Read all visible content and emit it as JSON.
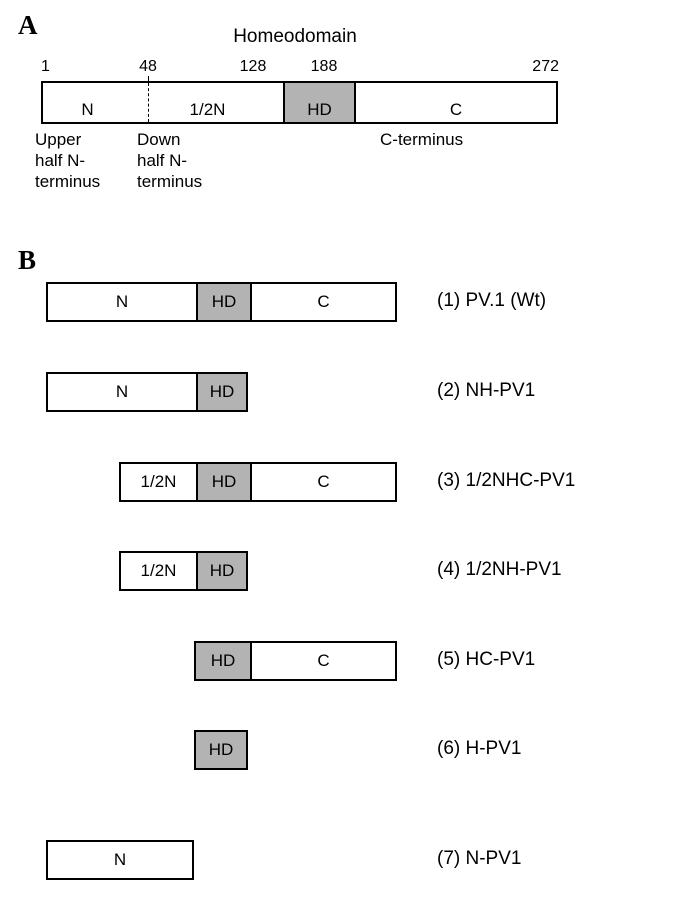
{
  "figure": {
    "panel_a": {
      "letter": "A",
      "title": "Homeodomain",
      "residue_ticks": [
        {
          "label": "1",
          "position": 1
        },
        {
          "label": "48",
          "position": 48
        },
        {
          "label": "128",
          "position": 128
        },
        {
          "label": "188",
          "position": 188
        },
        {
          "label": "272",
          "position": 272
        }
      ],
      "segments": [
        {
          "label": "N",
          "shaded": false,
          "start": 1,
          "end": 48
        },
        {
          "label": "1/2N",
          "shaded": false,
          "start": 48,
          "end": 128
        },
        {
          "label": "HD",
          "shaded": true,
          "start": 128,
          "end": 188
        },
        {
          "label": "C",
          "shaded": false,
          "start": 188,
          "end": 272
        }
      ],
      "annotations": [
        {
          "text": "Upper\nhalf N-\nterminus"
        },
        {
          "text": "Down\nhalf N-\nterminus"
        },
        {
          "text": "C-terminus"
        }
      ]
    },
    "panel_b": {
      "letter": "B",
      "constructs": [
        {
          "number": "(1)",
          "name": "PV.1 (Wt)",
          "label": "(1) PV.1 (Wt)",
          "segments": [
            {
              "label": "N",
              "shaded": false
            },
            {
              "label": "HD",
              "shaded": true
            },
            {
              "label": "C",
              "shaded": false
            }
          ]
        },
        {
          "number": "(2)",
          "name": "NH-PV1",
          "label": "(2) NH-PV1",
          "segments": [
            {
              "label": "N",
              "shaded": false
            },
            {
              "label": "HD",
              "shaded": true
            }
          ]
        },
        {
          "number": "(3)",
          "name": "1/2NHC-PV1",
          "label": "(3) 1/2NHC-PV1",
          "segments": [
            {
              "label": "1/2N",
              "shaded": false
            },
            {
              "label": "HD",
              "shaded": true
            },
            {
              "label": "C",
              "shaded": false
            }
          ]
        },
        {
          "number": "(4)",
          "name": "1/2NH-PV1",
          "label": "(4) 1/2NH-PV1",
          "segments": [
            {
              "label": "1/2N",
              "shaded": false
            },
            {
              "label": "HD",
              "shaded": true
            }
          ]
        },
        {
          "number": "(5)",
          "name": "HC-PV1",
          "label": "(5) HC-PV1",
          "segments": [
            {
              "label": "HD",
              "shaded": true
            },
            {
              "label": "C",
              "shaded": false
            }
          ]
        },
        {
          "number": "(6)",
          "name": "H-PV1",
          "label": "(6) H-PV1",
          "segments": [
            {
              "label": "HD",
              "shaded": true
            }
          ]
        },
        {
          "number": "(7)",
          "name": "N-PV1",
          "label": "(7) N-PV1",
          "segments": [
            {
              "label": "N",
              "shaded": false
            }
          ]
        }
      ]
    },
    "colors": {
      "shaded_domain": "#b3b3b3",
      "outline": "#000000",
      "background": "#ffffff"
    }
  }
}
